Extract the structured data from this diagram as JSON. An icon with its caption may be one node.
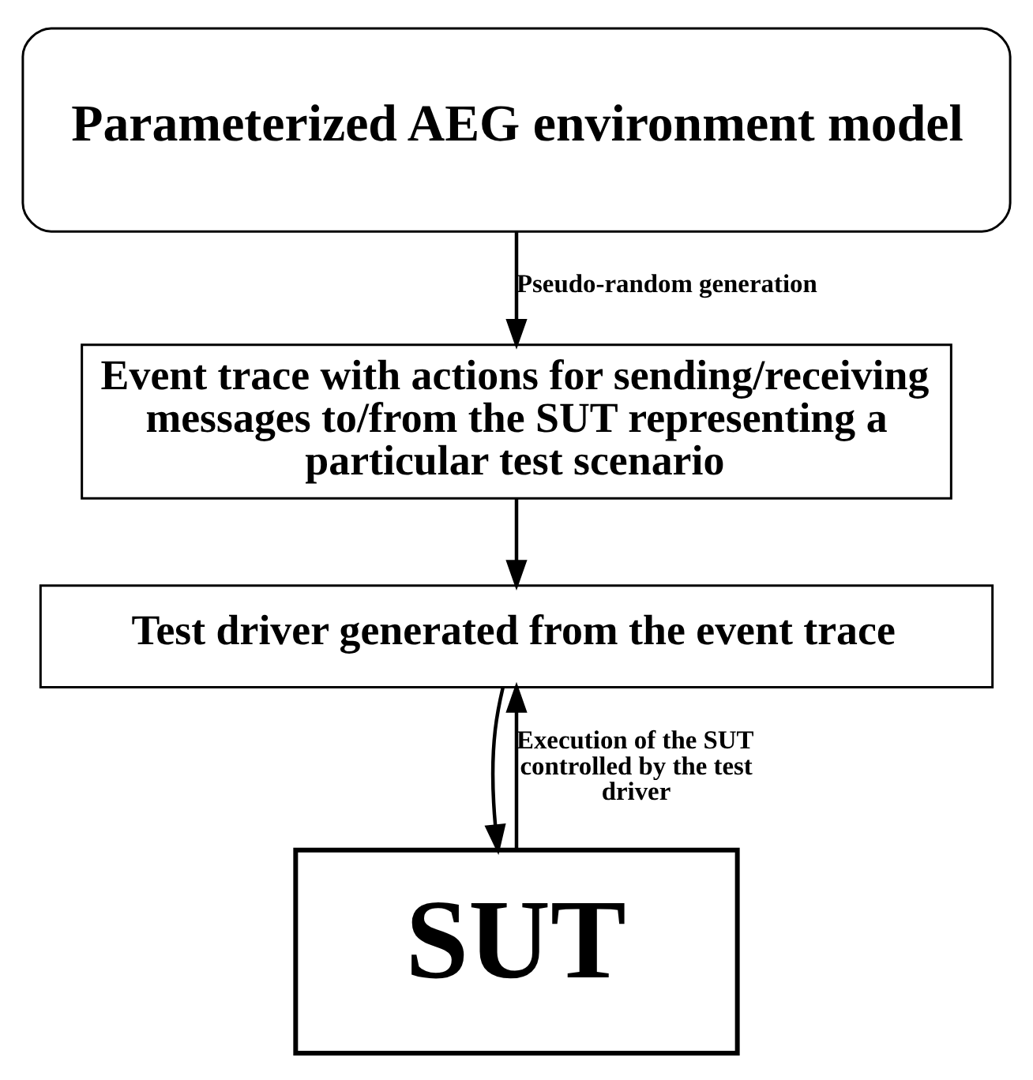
{
  "diagram": {
    "nodes": [
      {
        "text": [
          "Parameterized AEG environment model"
        ]
      },
      {
        "text": [
          "Event trace with actions for sending/receiving messages to/from the SUT representing a particular test scenario"
        ]
      },
      {
        "text": [
          "Test driver generated from the event trace"
        ]
      },
      {
        "text": [
          "SUT"
        ]
      }
    ],
    "edges": [
      {
        "from": 0,
        "to": 1,
        "arrow": "to",
        "label": "Pseudo-random generation"
      },
      {
        "from": 1,
        "to": 2,
        "arrow": "to"
      },
      {
        "from": 2,
        "to": 3,
        "arrow": "to"
      },
      {
        "from": 3,
        "to": 2,
        "arrow": "to",
        "label": "Execution of the SUT controlled by the test driver"
      }
    ]
  }
}
